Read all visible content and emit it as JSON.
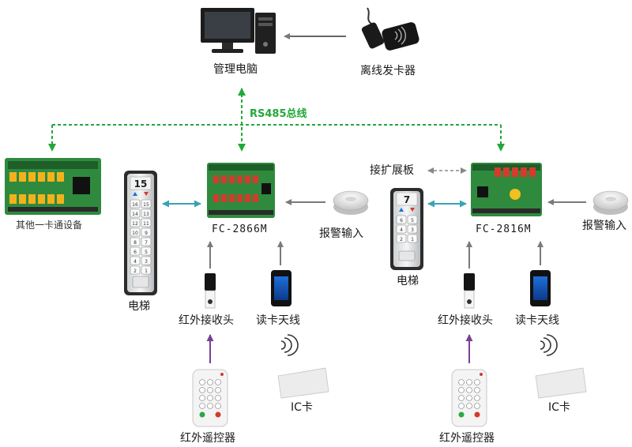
{
  "nodes": {
    "pc": "管理电脑",
    "card_issuer": "离线发卡器",
    "bus": "RS485总线",
    "other_devices": "其他一卡通设备",
    "controller_a": "FC-2866M",
    "controller_b": "FC-2816M",
    "expansion": "接扩展板",
    "alarm_a": "报警输入",
    "alarm_b": "报警输入",
    "elevator_a": "电梯",
    "elevator_b": "电梯",
    "ir_receiver_a": "红外接收头",
    "ir_receiver_b": "红外接收头",
    "card_reader_a": "读卡天线",
    "card_reader_b": "读卡天线",
    "ic_card_a": "IC卡",
    "ic_card_b": "IC卡",
    "remote_a": "红外遥控器",
    "remote_b": "红外遥控器"
  },
  "elevator_panels": {
    "a_floor": "15",
    "b_floor": "7",
    "a_buttons": [
      "16",
      "15",
      "14",
      "13",
      "12",
      "11",
      "10",
      "9",
      "8",
      "7",
      "6",
      "5",
      "4",
      "3",
      "2",
      "1"
    ],
    "b_buttons": [
      "6",
      "5",
      "4",
      "3",
      "2",
      "1"
    ]
  },
  "colors": {
    "bus": "#22a83a",
    "bidirectional": "#3aa3b5",
    "input_arrow": "#7a7a7a",
    "remote_arrow": "#7b3f98",
    "pcb": "#2f8a3e"
  }
}
